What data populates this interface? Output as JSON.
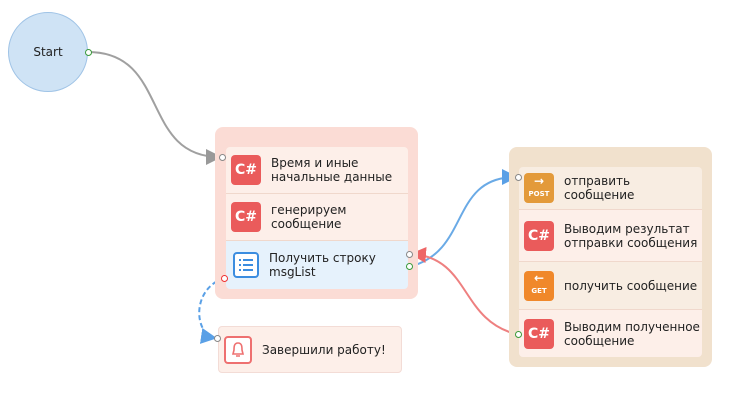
{
  "start": {
    "label": "Start"
  },
  "group1": {
    "items": [
      {
        "icon": "csharp-icon",
        "badge": "C#",
        "label": "Время и иные начальные данные"
      },
      {
        "icon": "csharp-icon",
        "badge": "C#",
        "label": "генерируем сообщение"
      },
      {
        "icon": "list-icon",
        "label": "Получить строку msgList"
      }
    ]
  },
  "group2": {
    "items": [
      {
        "icon": "post-icon",
        "badge": "POST",
        "label": "отправить сообщение"
      },
      {
        "icon": "csharp-icon",
        "badge": "C#",
        "label": "Выводим результат отправки сообщения"
      },
      {
        "icon": "get-icon",
        "badge": "GET",
        "label": "получить сообщение"
      },
      {
        "icon": "csharp-icon",
        "badge": "C#",
        "label": "Выводим полученное сообщение"
      }
    ]
  },
  "end": {
    "icon": "bell-icon",
    "label": "Завершили работу!"
  }
}
